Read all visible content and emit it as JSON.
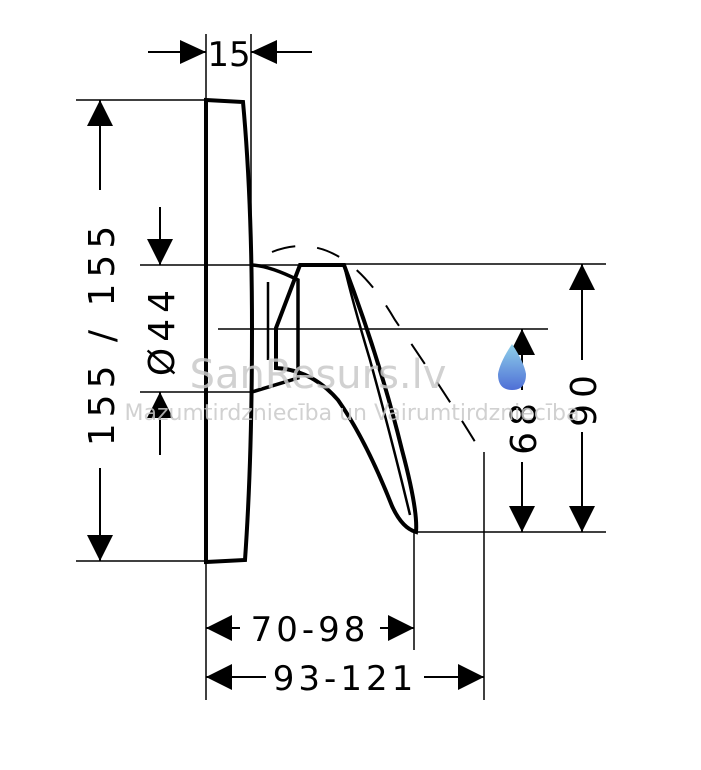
{
  "dimensions": {
    "top_width": "15",
    "height_total": "155 / 155",
    "diameter": "Ø44",
    "height_right_outer": "90",
    "height_right_inner": "68",
    "depth_short": "70-98",
    "depth_long": "93-121"
  },
  "watermark": {
    "brand": "SanResurs.lv",
    "tagline": "Mazumtirdzniecība un Vairumtirdzniecība"
  },
  "colors": {
    "line": "#000000",
    "watermark": "#c9c9c9",
    "drop": "#4f8fd6"
  }
}
